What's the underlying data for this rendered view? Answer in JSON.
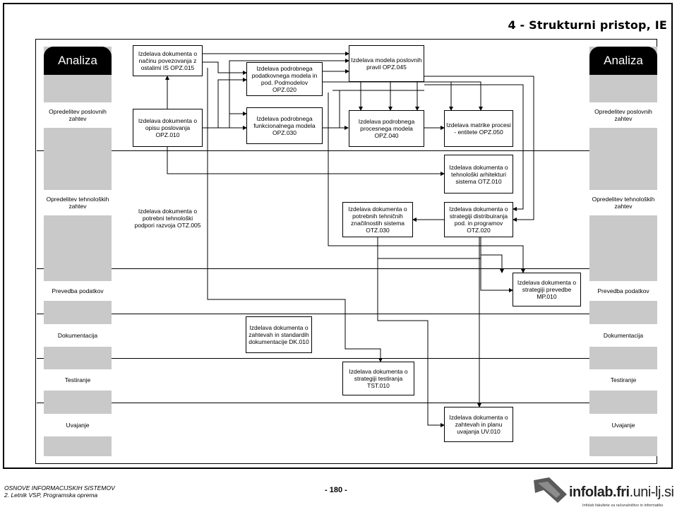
{
  "title": "4 - Strukturni pristop, IE",
  "side_header": "Analiza",
  "side_labels": {
    "l1": "Opredelitev poslovnih zahtev",
    "l2": "Opredelitev tehnoloških zahtev",
    "l3": "Prevedba podatkov",
    "l4": "Dokumentacija",
    "l5": "Testiranje",
    "l6": "Uvajanje"
  },
  "nodes": {
    "opz015": "Izdelava dokumenta o načinu povezovanja z ostalimi IS OPZ.015",
    "opz010": "Izdelava dokumenta o opisu poslovanja OPZ.010",
    "opz020": "Izdelava podrobnega podatkovnega modela in pod. Podmodelov OPZ.020",
    "opz030": "Izdelava podrobnega funkcionalnega modela OPZ.030",
    "opz045": "Izdelava modela poslovnih pravil OPZ.045",
    "opz040": "Izdelava podrobnega procesnega modela OPZ.040",
    "opz050": "Izdelava matrike procesi - entitete OPZ.050",
    "otz010": "Izdelava dokumenta o tehnološki arhitekturi sistema OTZ.010",
    "otz005": "Izdelava dokumenta o potrebni tehnološki podpori razvoja OTZ.005",
    "otz030": "Izdelava dokumenta o potrebnih tehničnih značilnostih sistema OTZ.030",
    "otz020": "Izdelava dokumenta o strategiji distribuiranja pod. in programov OTZ.020",
    "mp010": "Izdelava dokumenta o strategiji prevedbe MP.010",
    "dk010": "Izdelava dokumenta o zahtevah in standardih dokumentacije DK.010",
    "tst010": "Izdelava dokumenta o strategiji testiranja TST.010",
    "uv010": "Izdelava dokumenta o zahtevah in planu uvajanja UV.010"
  },
  "footer": {
    "course": "OSNOVE INFORMACIJSKIH SISTEMOV",
    "program": "2. Letnik VSP, Programska oprema",
    "page": "- 180 -"
  },
  "logo": {
    "brand_a": "infolab.",
    "brand_b": "fri",
    "brand_c": ".uni-lj.si",
    "sub": "Infolab fakultete za računalništvo in informatiko"
  }
}
